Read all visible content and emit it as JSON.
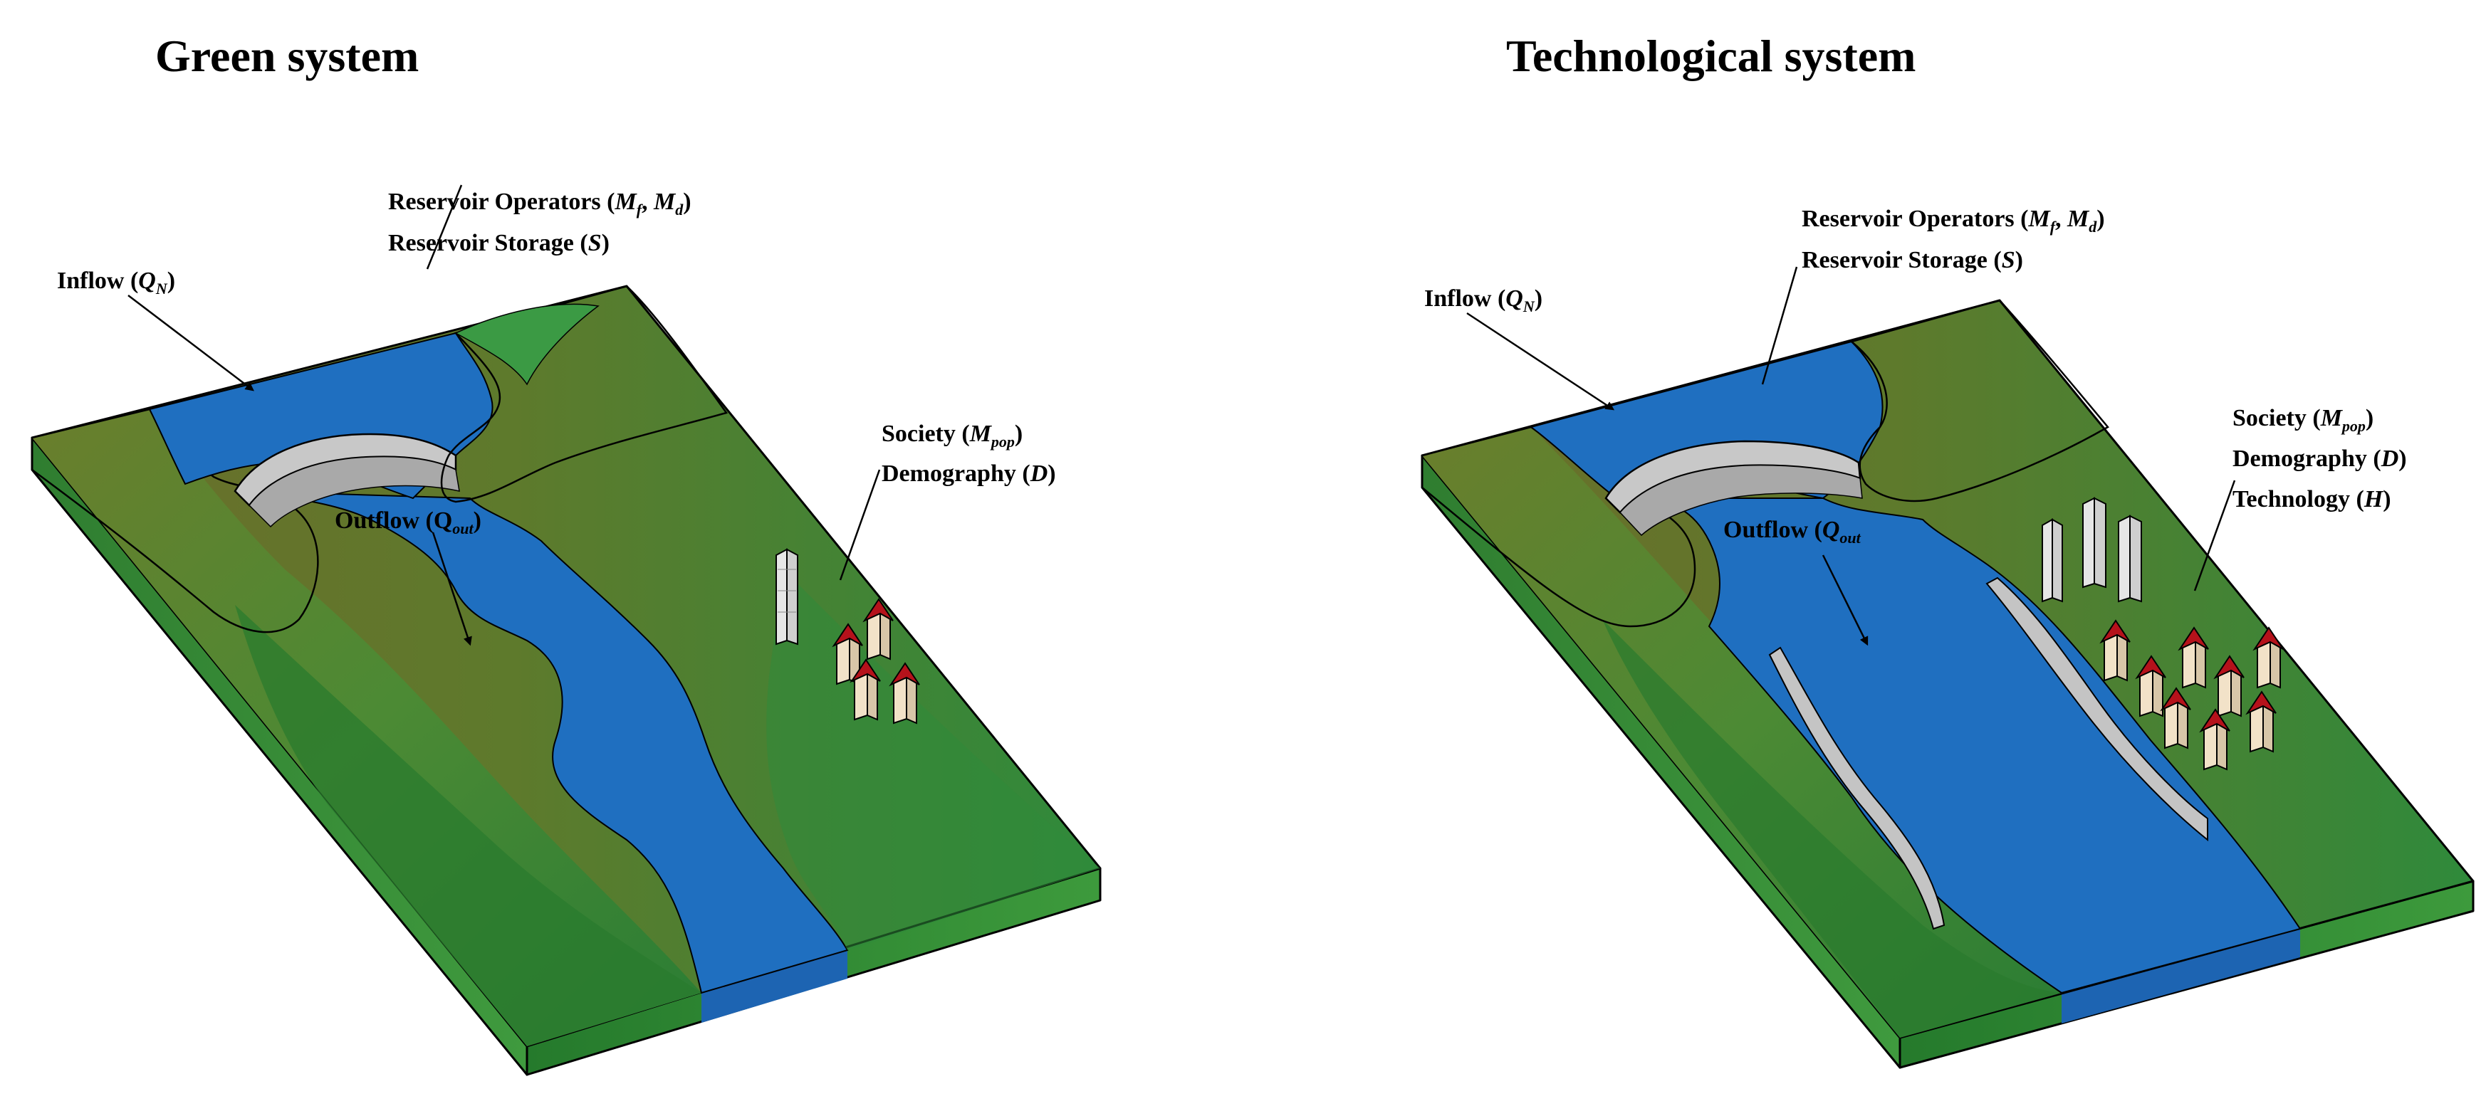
{
  "colors": {
    "water": "#1f6fc0",
    "water_dark": "#1a5ea8",
    "land_green": "#2e8b3a",
    "land_olive": "#5e7a2a",
    "land_light": "#4fae50",
    "dam": "#c8c8c8",
    "roof": "#b5121b",
    "wall": "#f2e2c8",
    "tower": "#e8e8e8"
  },
  "panels": [
    {
      "title": "Green system",
      "labels": {
        "reservoir_operators": {
          "text": "Reservoir Operators (",
          "sym1": "M",
          "sub1": "f",
          "mid": ", ",
          "sym2": "M",
          "sub2": "d",
          "end": ")"
        },
        "reservoir_storage": {
          "text": "Reservoir Storage (",
          "sym": "S",
          "end": ")"
        },
        "inflow": {
          "text": "Inflow  (",
          "sym": "Q",
          "sub": "N",
          "end": ")"
        },
        "outflow": {
          "text": "Outflow  (Q",
          "sub": "out",
          "end": ")"
        },
        "society": {
          "text": "Society (",
          "sym": "M",
          "sub": "pop",
          "end": ")"
        },
        "demography": {
          "text": "Demography (",
          "sym": "D",
          "end": ")"
        }
      }
    },
    {
      "title": "Technological system",
      "labels": {
        "reservoir_operators": {
          "text": "Reservoir Operators (",
          "sym1": "M",
          "sub1": "f",
          "mid": ", ",
          "sym2": "M",
          "sub2": "d",
          "end": ")"
        },
        "reservoir_storage": {
          "text": "Reservoir Storage (",
          "sym": "S",
          "end": ")"
        },
        "inflow": {
          "text": "Inflow  (",
          "sym": "Q",
          "sub": "N",
          "end": ")"
        },
        "outflow": {
          "text": "Outflow  (",
          "sym": "Q",
          "sub": "out",
          "end": ""
        },
        "society": {
          "text": "Society (",
          "sym": "M",
          "sub": "pop",
          "end": ")"
        },
        "demography": {
          "text": "Demography (",
          "sym": "D",
          "end": ")"
        },
        "technology": {
          "text": "Technology (",
          "sym": "H",
          "end": ")"
        }
      }
    }
  ]
}
